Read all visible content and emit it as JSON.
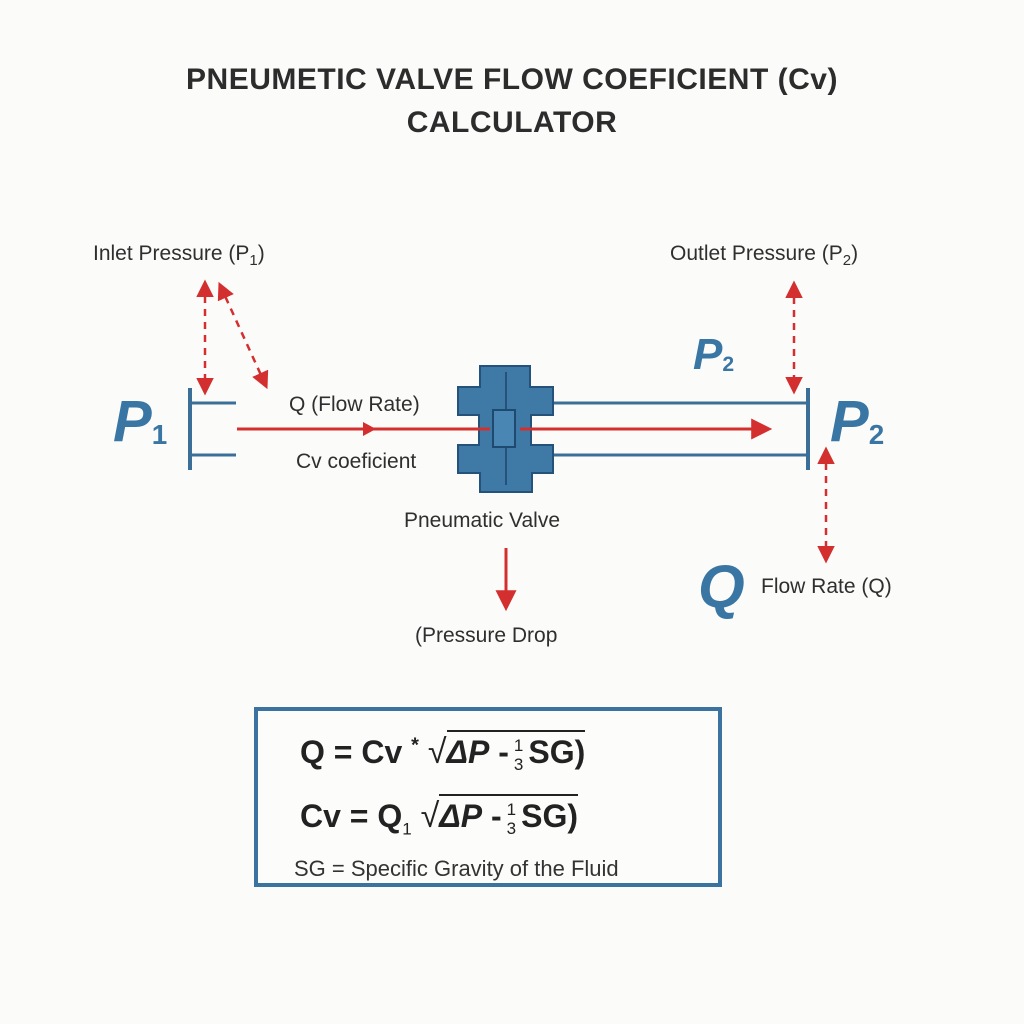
{
  "title": {
    "line1": "PNEUMETIC VALVE FLOW COEFICIENT (Cv)",
    "line2": "CALCULATOR"
  },
  "labels": {
    "inlet_pressure": "Inlet Pressure (P",
    "inlet_pressure_sub": "1",
    "inlet_pressure_close": ")",
    "outlet_pressure": "Outlet Pressure (P",
    "outlet_pressure_sub": "2",
    "outlet_pressure_close": ")",
    "q_flow_rate": "Q (Flow Rate)",
    "cv_coefficient": "Cv coeficient",
    "pneumatic_valve": "Pneumatic Valve",
    "pressure_drop": "(Pressure Drop",
    "flow_rate_q": "Flow Rate (Q)"
  },
  "symbols": {
    "p1_letter": "P",
    "p1_sub": "1",
    "p2_top_letter": "P",
    "p2_top_sub": "2",
    "p2_right_letter": "P",
    "p2_right_sub": "2",
    "q_letter": "Q"
  },
  "formulas": {
    "eq1_lhs": "Q = Cv",
    "eq1_star": "*",
    "eq1_sqrt": "√",
    "eq1_delta": "ΔP",
    "eq1_minus": " -",
    "eq1_frac_num": "1",
    "eq1_frac_den": "3",
    "eq1_tail": "SG)",
    "eq2_lhs": "Cv = Q",
    "eq2_lhs_sub": "1",
    "eq2_sqrt": "√",
    "eq2_delta": "ΔP",
    "eq2_minus": " -",
    "eq2_frac_num": "1",
    "eq2_frac_den": "3",
    "eq2_tail": "SG)",
    "note": "SG = Specific Gravity of the Fluid"
  },
  "colors": {
    "pipe_blue": "#3b6f98",
    "valve_fill": "#3f79a6",
    "valve_dark": "#24527a",
    "arrow_red": "#d42f2f",
    "symbol_blue": "#3a76a3",
    "box_border": "#3b73a0"
  }
}
